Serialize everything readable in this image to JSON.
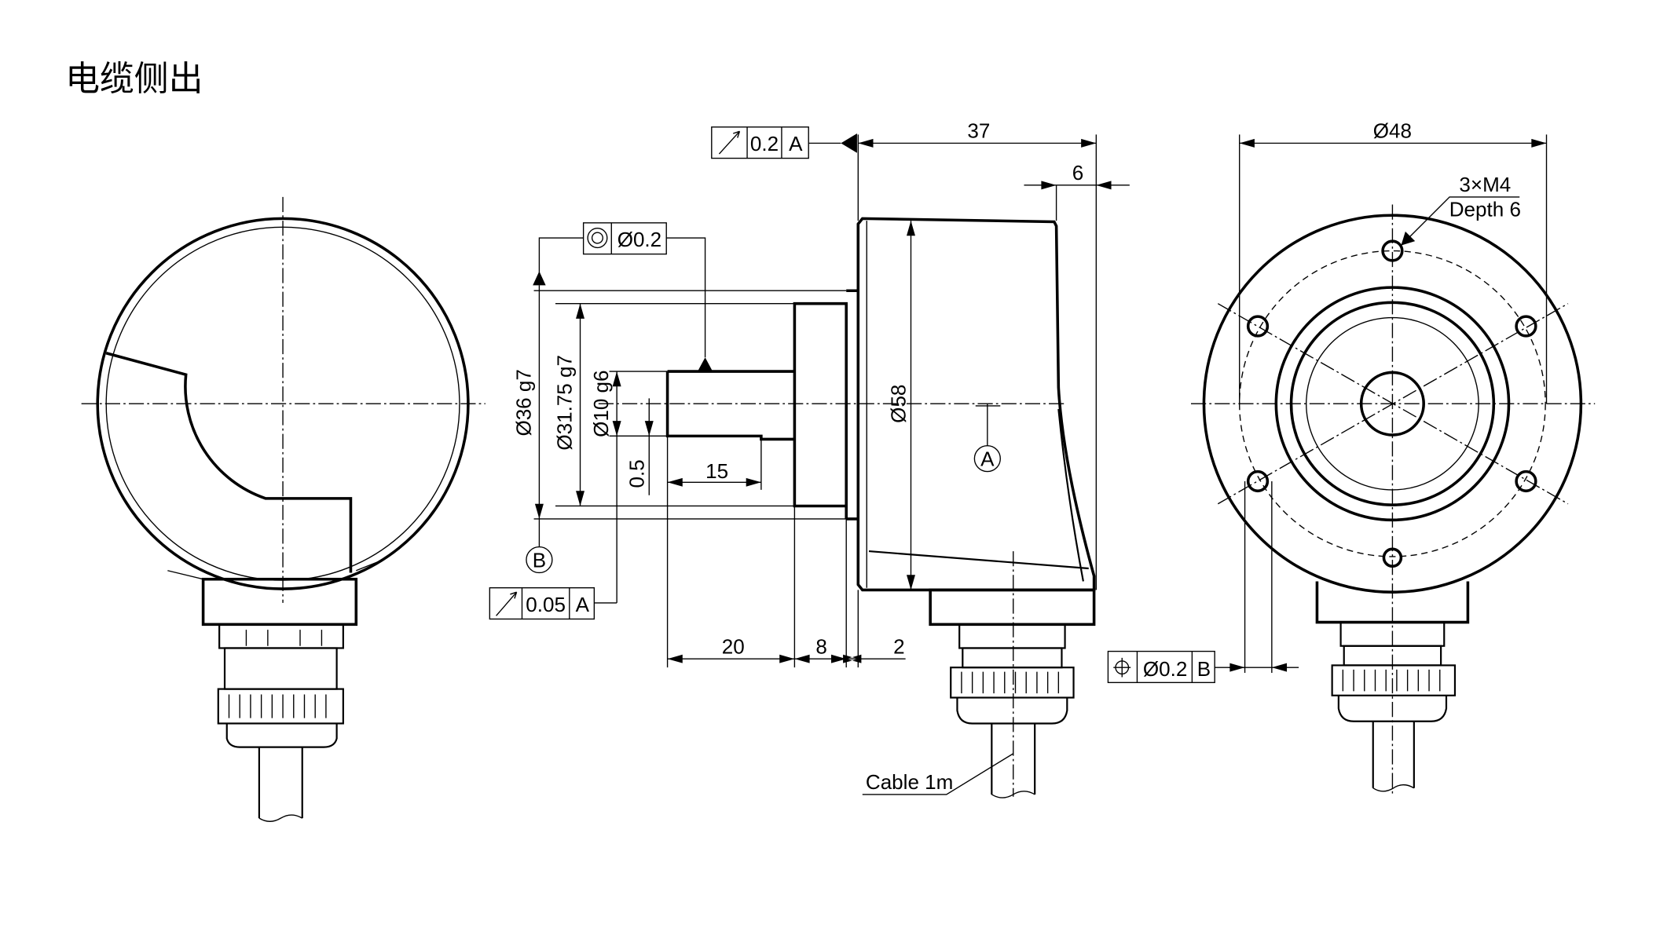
{
  "title": "电缆侧出",
  "dimensions": {
    "d37": "37",
    "d6": "6",
    "d48": "Ø48",
    "m4": "3×M4",
    "depth": "Depth 6",
    "d36": "Ø36 g7",
    "d3175": "Ø31.75 g7",
    "d10": "Ø10 g6",
    "d05": "0.5",
    "d15": "15",
    "d58": "Ø58",
    "d20": "20",
    "d8": "8",
    "d2": "2",
    "cable": "Cable 1m"
  },
  "datums": {
    "a": "A",
    "b": "B"
  },
  "tolerances": {
    "runout_top": {
      "value": "0.2",
      "datum": "A"
    },
    "concentricity": {
      "value": "Ø0.2"
    },
    "runout_bottom": {
      "value": "0.05",
      "datum": "A"
    },
    "position": {
      "value": "Ø0.2",
      "datum": "B"
    }
  }
}
